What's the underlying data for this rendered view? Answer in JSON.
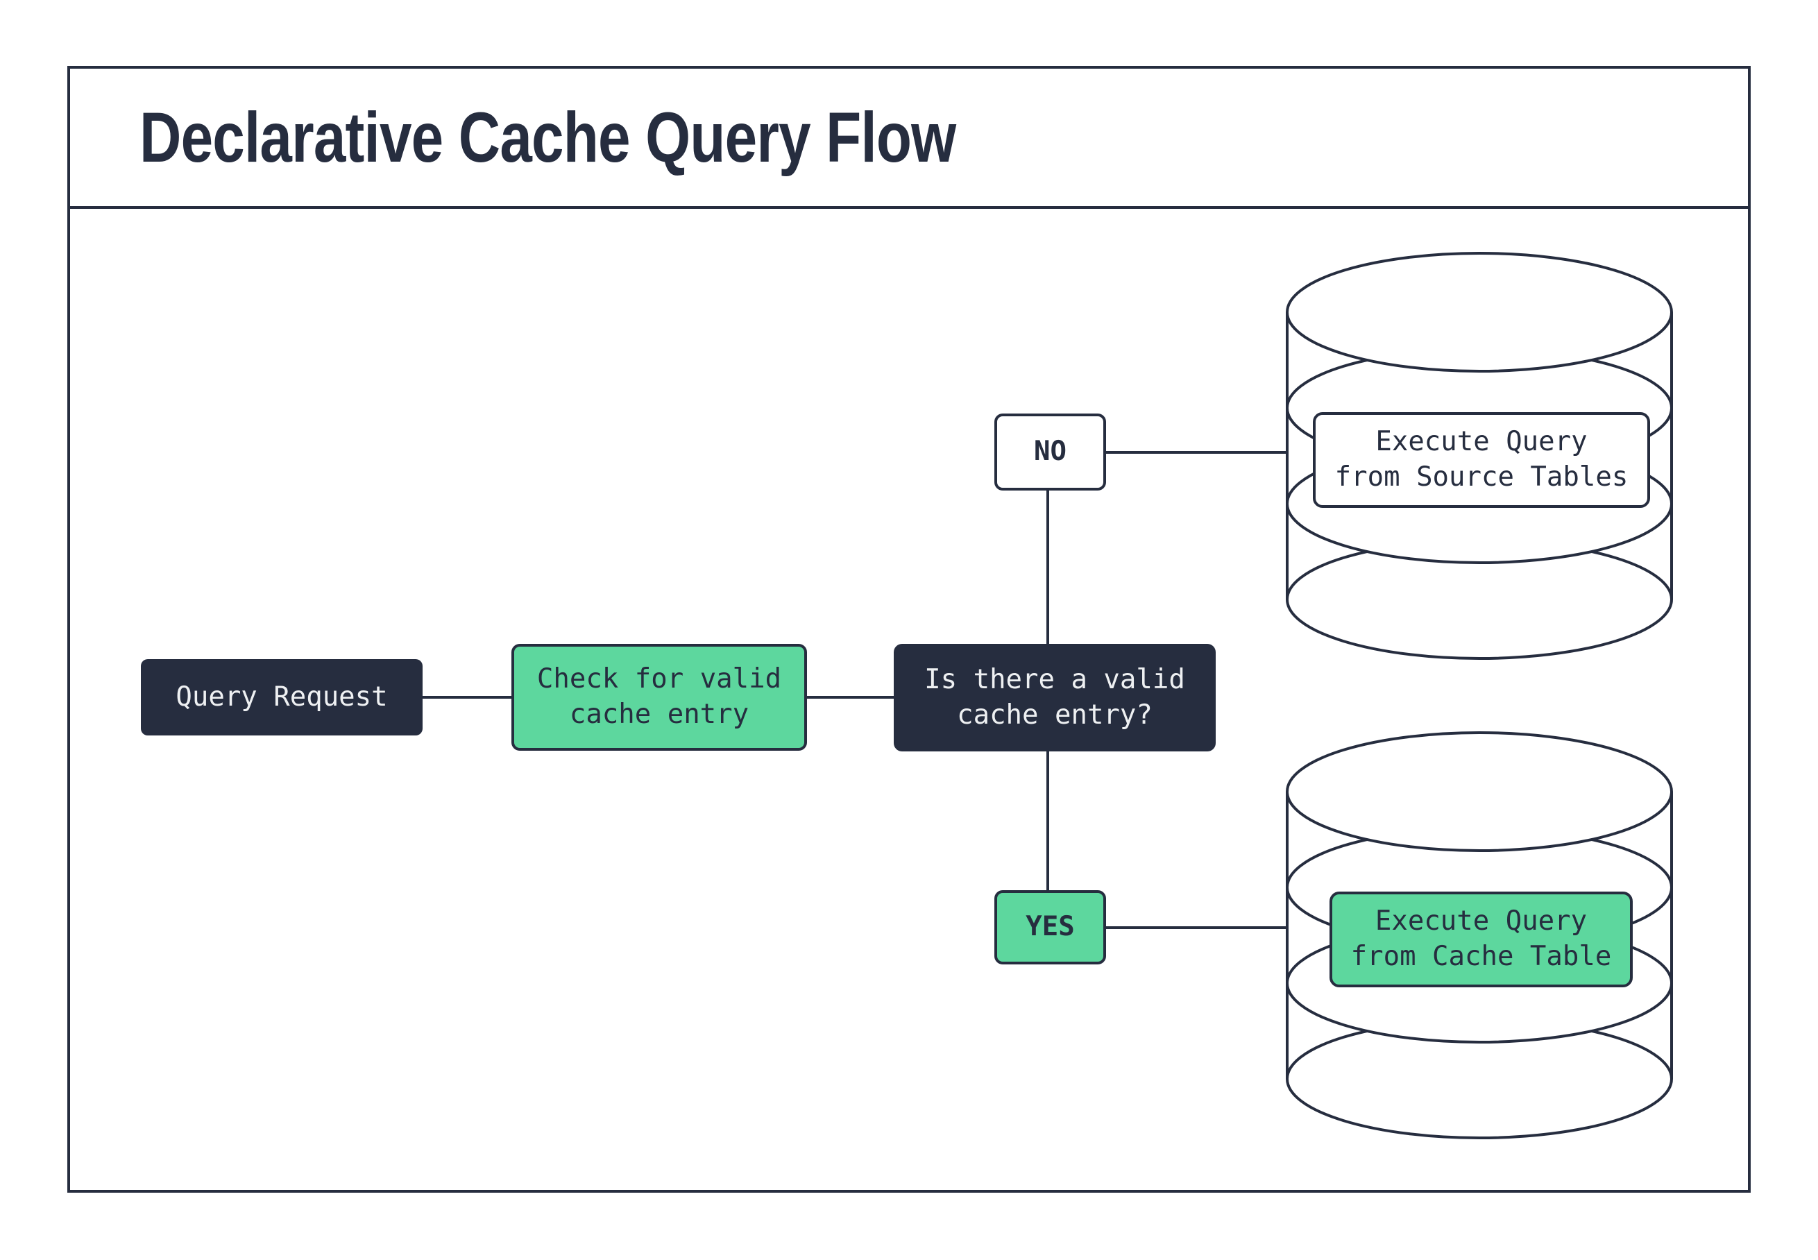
{
  "title": "Declarative Cache Query Flow",
  "colors": {
    "dark": "#262d3f",
    "green": "#5dd79e",
    "light_text": "#eef0f2",
    "background": "#ffffff"
  },
  "nodes": {
    "query_request": {
      "label": "Query Request"
    },
    "check_cache": {
      "label": "Check for valid\ncache entry"
    },
    "decision": {
      "label": "Is there a valid\ncache entry?"
    },
    "branch_no": {
      "label": "NO"
    },
    "branch_yes": {
      "label": "YES"
    },
    "execute_source": {
      "label": "Execute Query\nfrom Source Tables"
    },
    "execute_cache": {
      "label": "Execute Query\nfrom Cache Table"
    }
  }
}
